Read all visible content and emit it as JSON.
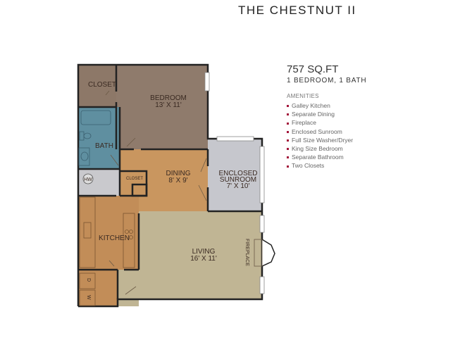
{
  "title": "THE CHESTNUT II",
  "sqft": "757 SQ.FT",
  "beds_baths": "1 BEDROOM, 1 BATH",
  "amenities_label": "AMENITIES",
  "amenities": [
    "Galley Kitchen",
    "Separate Dining",
    "Fireplace",
    "Enclosed Sunroom",
    "Full Size Washer/Dryer",
    "King Size Bedroom",
    "Separate Bathroom",
    "Two Closets"
  ],
  "rooms": {
    "closet": "CLOSET",
    "bedroom": "BEDROOM",
    "bedroom_dim": "13' X 11'",
    "bath": "BATH",
    "hw": "HW",
    "closet2": "CLOSET",
    "dining": "DINING",
    "dining_dim": "8' X 9'",
    "sunroom1": "ENCLOSED",
    "sunroom2": "SUNROOM",
    "sunroom_dim": "7' X 10'",
    "kitchen": "KITCHEN",
    "living": "LIVING",
    "living_dim": "16' X 11'",
    "fireplace": "FIREPLACE",
    "dryer": "D",
    "washer": "W"
  },
  "colors": {
    "accent": "#a3163b"
  }
}
